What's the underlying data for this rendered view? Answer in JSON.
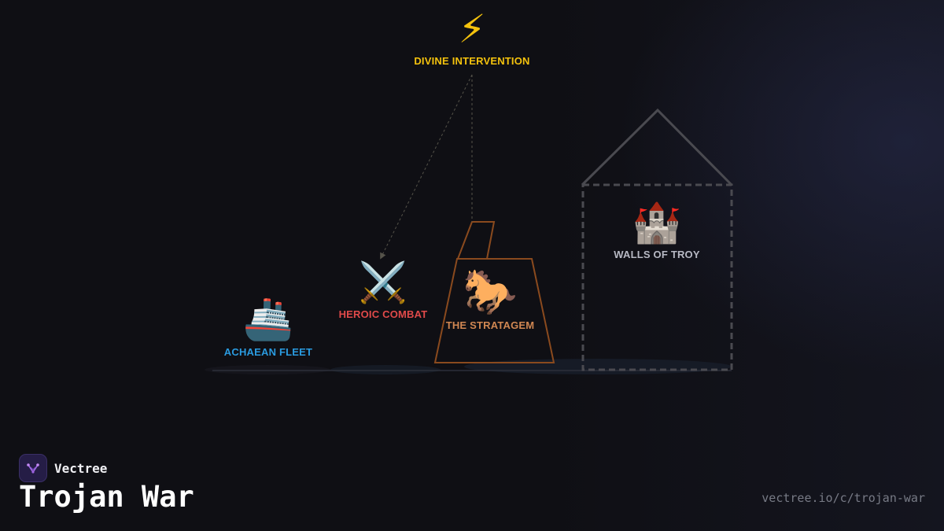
{
  "nodes": {
    "divine": {
      "icon": "⚡",
      "icon_name": "lightning-bolt-icon",
      "label": "DIVINE INTERVENTION",
      "color": "#f4c20d"
    },
    "troy": {
      "icon": "🏰",
      "icon_name": "castle-icon",
      "label": "WALLS OF TROY",
      "color": "#b7b9c4"
    },
    "combat": {
      "icon": "⚔️",
      "icon_name": "crossed-swords-icon",
      "label": "HEROIC COMBAT",
      "color": "#e04a4a"
    },
    "fleet": {
      "icon": "🚢",
      "icon_name": "ship-icon",
      "label": "ACHAEAN FLEET",
      "color": "#2a9be0"
    },
    "stratagem": {
      "icon": "🐎",
      "icon_name": "horse-icon",
      "label": "THE STRATAGEM",
      "color": "#d08752"
    }
  },
  "colors": {
    "background": "#0f0f14",
    "walls_outline": "#4a4a50",
    "stratagem_outline": "#8a4a1e",
    "connector": "#55534a"
  },
  "brand": {
    "name": "Vectree",
    "icon_name": "vectree-logo-icon"
  },
  "title": "Trojan War",
  "url": "vectree.io/c/trojan-war"
}
